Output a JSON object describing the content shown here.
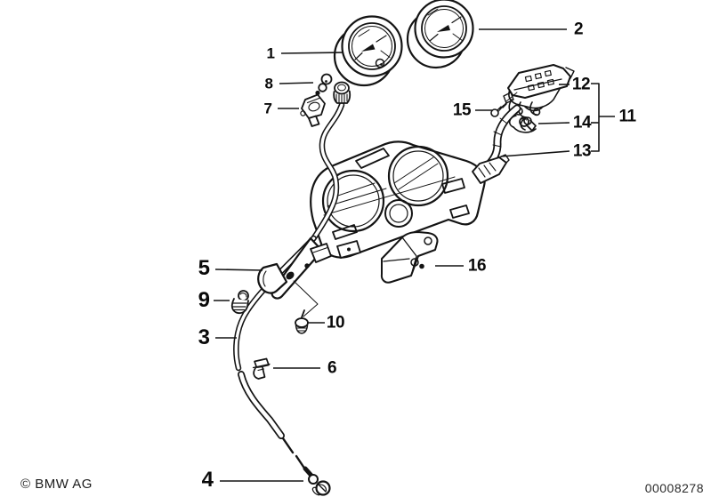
{
  "colors": {
    "background": "#ffffff",
    "ink": "#141414"
  },
  "callouts": {
    "c1": {
      "text": "1"
    },
    "c2": {
      "text": "2"
    },
    "c3": {
      "text": "3"
    },
    "c4": {
      "text": "4"
    },
    "c5": {
      "text": "5"
    },
    "c6": {
      "text": "6"
    },
    "c7": {
      "text": "7"
    },
    "c8": {
      "text": "8"
    },
    "c9": {
      "text": "9"
    },
    "c10": {
      "text": "10"
    },
    "c11": {
      "text": "11"
    },
    "c12": {
      "text": "12"
    },
    "c13": {
      "text": "13"
    },
    "c14": {
      "text": "14"
    },
    "c15": {
      "text": "15"
    },
    "c16": {
      "text": "16"
    }
  },
  "group_bracket": {
    "label": "11",
    "members": [
      "12",
      "14",
      "13"
    ]
  },
  "footer": {
    "copyright": "© BMW AG",
    "drawing_number": "00008278"
  }
}
